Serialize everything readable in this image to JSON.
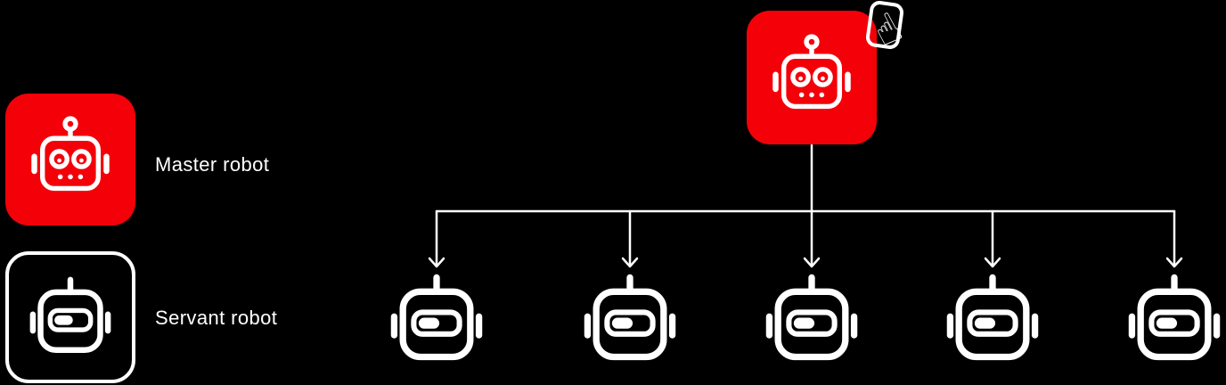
{
  "colors": {
    "background": "#000000",
    "foreground": "#ffffff",
    "accent_red": "#f40009"
  },
  "legend": {
    "items": [
      {
        "icon": "master-robot-icon",
        "label": "Master robot"
      },
      {
        "icon": "servant-robot-icon",
        "label": "Servant robot"
      }
    ]
  },
  "diagram": {
    "master": {
      "icon": "master-robot-icon",
      "badge_icon": "tap-gesture-icon",
      "badge_glyph": "☝"
    },
    "servant_count": 5,
    "servants": [
      {
        "icon": "servant-robot-icon"
      },
      {
        "icon": "servant-robot-icon"
      },
      {
        "icon": "servant-robot-icon"
      },
      {
        "icon": "servant-robot-icon"
      },
      {
        "icon": "servant-robot-icon"
      }
    ]
  }
}
